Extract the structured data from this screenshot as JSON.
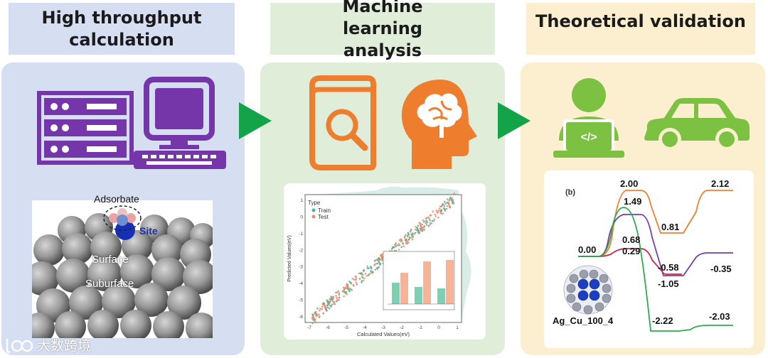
{
  "columns": [
    {
      "title": "High throughput calculation",
      "color": "#d6def2"
    },
    {
      "title": "Machine learning analysis",
      "color": "#e0eed9"
    },
    {
      "title": "Theoretical validation",
      "color": "#fcefcf"
    }
  ],
  "surface_figure": {
    "adsorbate_label": "Adsorbate",
    "site_label": "Site",
    "surface_label": "Surface",
    "subsurface_label": "Suburface"
  },
  "ml_plot": {
    "legend_title": "Type",
    "series": [
      {
        "name": "Train",
        "color": "#4fb39a"
      },
      {
        "name": "Test",
        "color": "#f08a6a"
      }
    ],
    "xlabel": "Calculated Values(eV)",
    "ylabel": "Predicted Values(eV)",
    "x_ticks": [
      "-7",
      "-6",
      "-5",
      "-4",
      "-3",
      "-2",
      "-1",
      "0",
      "1"
    ],
    "y_ticks": [
      "1",
      "0",
      "-1",
      "-2",
      "-3",
      "-4",
      "-5",
      "-6"
    ]
  },
  "energy_diagram": {
    "panel_label": "(b)",
    "system_label": "Ag_Cu_100_4",
    "energy_labels": [
      "0.00",
      "2.00",
      "2.12",
      "1.49",
      "0.81",
      "0.68",
      "0.29",
      "-0.58",
      "-0.35",
      "-1.05",
      "-2.22",
      "-2.03"
    ],
    "colors": {
      "orange": "#f07f2f",
      "purple": "#7a3da8",
      "red": "#c8284a",
      "green": "#2eaa4f"
    }
  },
  "watermark": "大数跨境",
  "colors": {
    "purple": "#7436a8",
    "orange": "#ee7d2d",
    "green": "#7dc143",
    "arrow": "#13a44a"
  }
}
